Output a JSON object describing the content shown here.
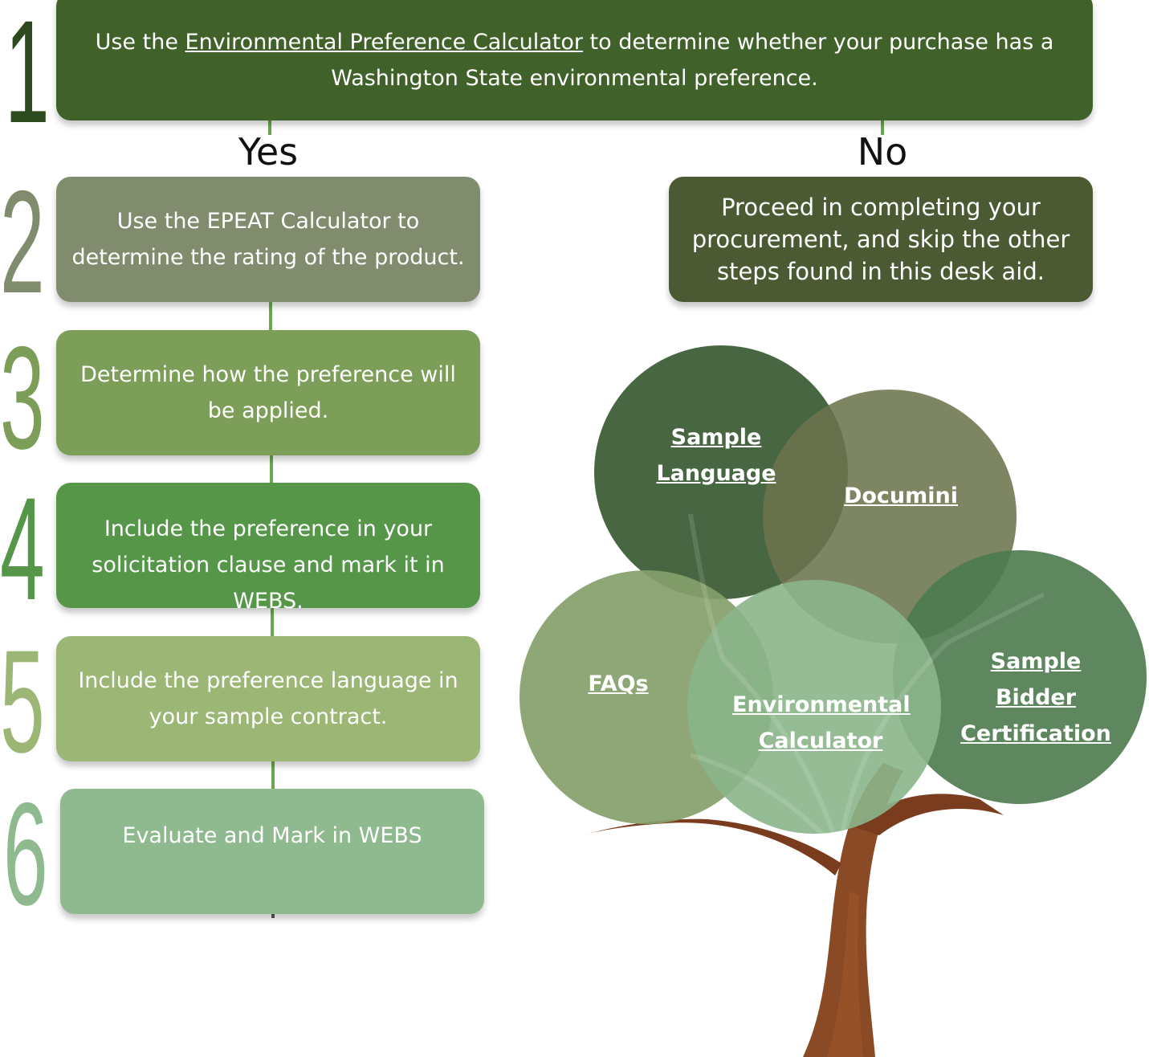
{
  "steps": {
    "s1": {
      "number": "1",
      "before": "Use the ",
      "link": "Environmental Preference Calculator",
      "after_line1": " to determine whether your purchase has a",
      "line2": "Washington State environmental preference."
    },
    "s2": {
      "number": "2",
      "line1": "Use the EPEAT Calculator to",
      "line2": "determine the rating of the product."
    },
    "s3": {
      "number": "3",
      "line1": "Determine how the preference will",
      "line2": "be applied."
    },
    "s4": {
      "number": "4",
      "line1": "Include the preference in your",
      "line2": "solicitation clause and mark it in",
      "line3": "WEBS."
    },
    "s5": {
      "number": "5",
      "line1": "Include the preference language in",
      "line2": "your sample contract."
    },
    "s6": {
      "number": "6",
      "line1": "Evaluate and Mark in WEBS"
    }
  },
  "branches": {
    "yes": "Yes",
    "no": "No"
  },
  "no_box": {
    "line1": "Proceed in completing your",
    "line2": "procurement, and skip the other",
    "line3": "steps found in this desk aid."
  },
  "tree_links": {
    "sample_language": {
      "line1": "Sample",
      "line2": "Language"
    },
    "documini": {
      "line1": "Documini"
    },
    "faqs": {
      "line1": "FAQs"
    },
    "environmental_calculator": {
      "line1": "Environmental",
      "line2": "Calculator"
    },
    "sample_bidder": {
      "line1": "Sample Bidder",
      "line2": "Certification"
    }
  },
  "colors": {
    "step1": "#41612a",
    "step2": "#818c6e",
    "step3": "#7c9e59",
    "step4": "#569648",
    "step5": "#9cb676",
    "step6": "#8fb98f",
    "no_box": "#4b5a33",
    "trunk": "#8a4a26",
    "leaf_sample_language": "#3e5e38",
    "leaf_documini": "#6b744d",
    "leaf_faqs": "#869f6a",
    "leaf_env_calc": "#8bb58b",
    "leaf_bidder": "#4c7a4e"
  }
}
